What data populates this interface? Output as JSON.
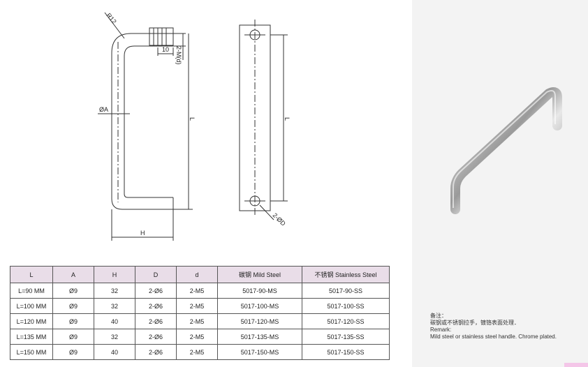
{
  "drawing": {
    "labels": {
      "radius": "R12",
      "ten": "10",
      "thread": "2-M(d)",
      "diameter_a": "ØA",
      "length_side": "L",
      "length_front": "L",
      "height": "H",
      "hole": "2-ØD"
    }
  },
  "table": {
    "headers": [
      "L",
      "A",
      "H",
      "D",
      "d",
      "碳钢 Mild Steel",
      "不锈钢 Stainless Steel"
    ],
    "rows": [
      [
        "L=90 MM",
        "Ø9",
        "32",
        "2-Ø6",
        "2-M5",
        "5017-90-MS",
        "5017-90-SS"
      ],
      [
        "L=100 MM",
        "Ø9",
        "32",
        "2-Ø6",
        "2-M5",
        "5017-100-MS",
        "5017-100-SS"
      ],
      [
        "L=120 MM",
        "Ø9",
        "40",
        "2-Ø6",
        "2-M5",
        "5017-120-MS",
        "5017-120-SS"
      ],
      [
        "L=135 MM",
        "Ø9",
        "32",
        "2-Ø6",
        "2-M5",
        "5017-135-MS",
        "5017-135-SS"
      ],
      [
        "L=150 MM",
        "Ø9",
        "40",
        "2-Ø6",
        "2-M5",
        "5017-150-MS",
        "5017-150-SS"
      ]
    ]
  },
  "remark": {
    "cn_title": "备注：",
    "cn_text": "碳钢或不锈钢拉手，镀铬表面处理．",
    "en_title": "Remark:",
    "en_text": "Mild steel or stainless steel handle. Chrome plated."
  }
}
